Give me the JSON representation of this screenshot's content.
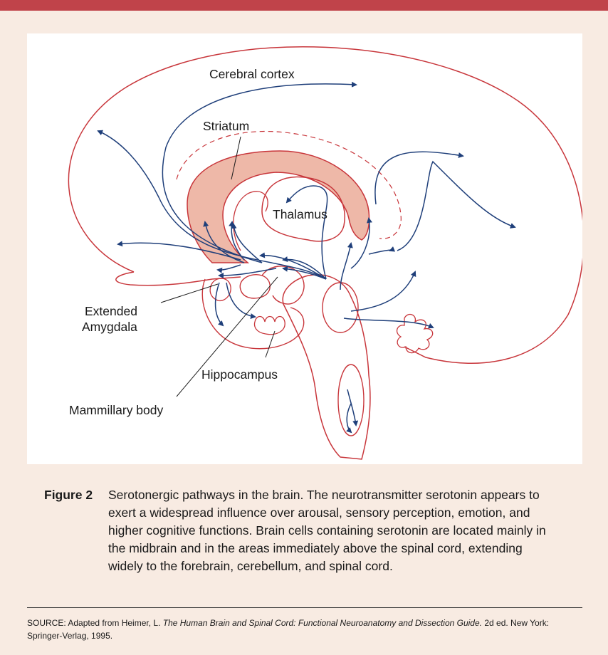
{
  "labels": {
    "cerebral_cortex": "Cerebral cortex",
    "striatum": "Striatum",
    "thalamus": "Thalamus",
    "extended_amygdala_1": "Extended",
    "extended_amygdala_2": "Amygdala",
    "hippocampus": "Hippocampus",
    "mammillary_body": "Mammillary body"
  },
  "caption": {
    "figure_label": "Figure 2",
    "text": "Serotonergic pathways in the brain. The neurotransmitter serotonin appears to exert a widespread influence over arousal, sensory perception, emotion, and higher cognitive functions. Brain cells containing serotonin are located mainly in the midbrain and in the areas immediately above the spinal cord, extending widely to the forebrain, cerebellum, and spinal cord."
  },
  "source": {
    "prefix": "SOURCE: Adapted from Heimer, L. ",
    "title": "The Human Brain and Spinal Cord: Functional Neuroanatomy and Dissection Guide.",
    "suffix": " 2d ed. New York: Springer-Verlag, 1995."
  },
  "colors": {
    "accent_bar": "#c0434a",
    "outline": "#c8363b",
    "pathway": "#1f3f7a",
    "striatum_fill": "#eeb8a8",
    "background": "#f8ebe2"
  }
}
